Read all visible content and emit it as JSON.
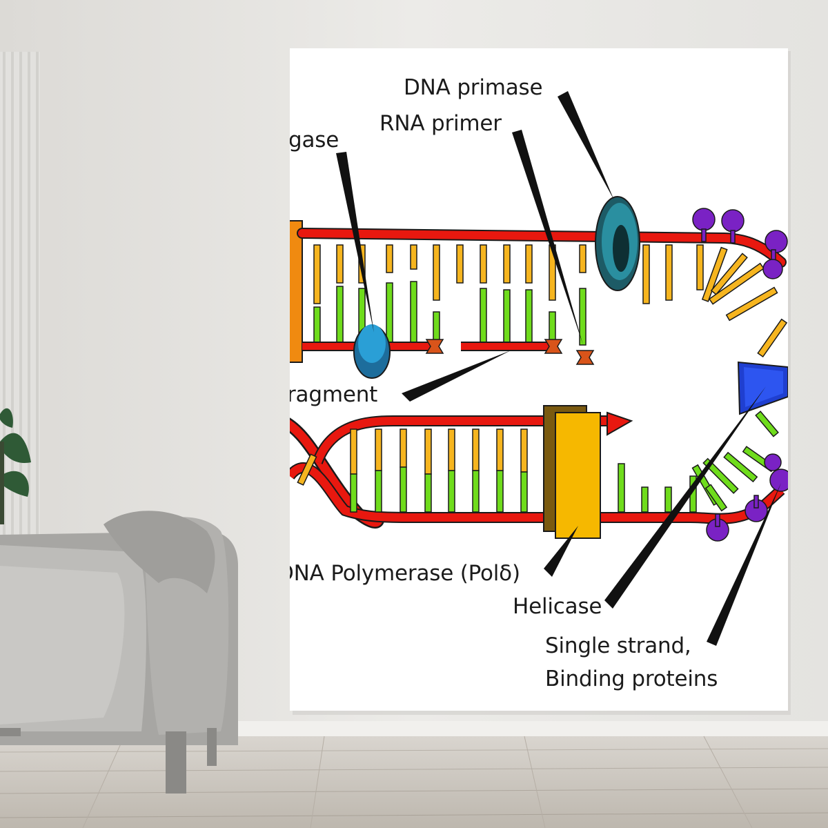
{
  "scene": {
    "wall_color": "#e9e8e5",
    "floor_color": "#cfcac3",
    "poster_background": "#ffffff"
  },
  "diagram": {
    "labels": {
      "dna_primase": "DNA primase",
      "rna_primer": "RNA primer",
      "ligase": "gase",
      "okazaki_fragment": "ragment",
      "dna_polymerase": "DNA Polymerase (Polδ)",
      "helicase": "Helicase",
      "ssb_line1": "Single strand,",
      "ssb_line2": "Binding proteins"
    },
    "colors": {
      "backbone": "#e8180f",
      "base_orange": "#f6b51f",
      "base_green": "#6fdc1c",
      "primase": "#2a8fa0",
      "ligase": "#2a9fd6",
      "primer": "#d9541a",
      "polymerase": "#f6b800",
      "helicase": "#1f3fd0",
      "ssb": "#7a22c4",
      "leading_block": "#f08a10"
    }
  }
}
